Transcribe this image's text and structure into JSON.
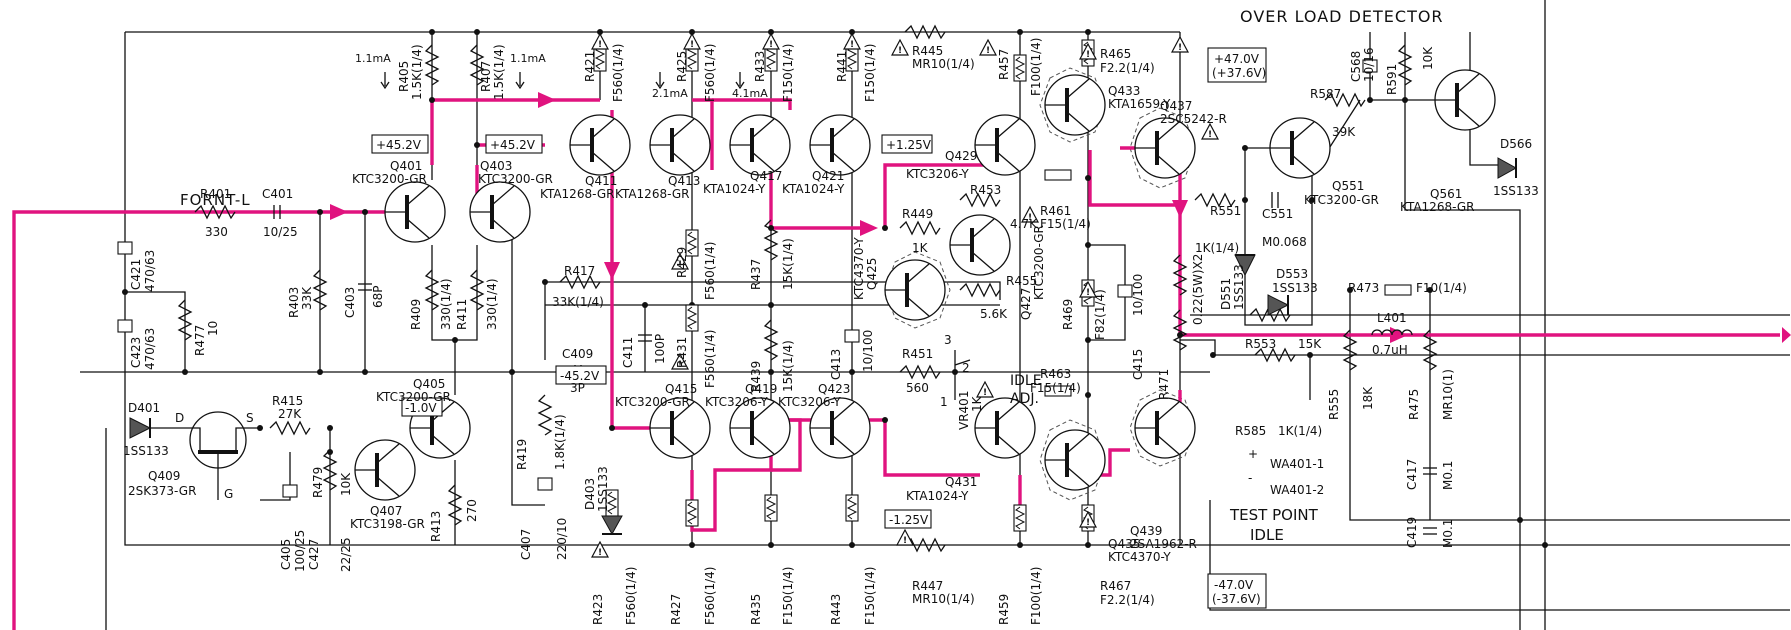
{
  "title": "OVER LOAD DETECTOR",
  "input_label": "FORNT-L",
  "voltages": {
    "plus45_a": "+45.2V",
    "plus45_b": "+45.2V",
    "minus45": "-45.2V",
    "minus1": "-1.0V",
    "plus125": "+1.25V",
    "minus125": "-1.25V",
    "plus47": "+47.0V",
    "plus47b": "(+37.6V)",
    "minus47": "-47.0V",
    "minus47b": "(-37.6V)"
  },
  "currents": {
    "i405": "1.1mA",
    "i407": "1.1mA",
    "i425": "2.1mA",
    "i433": "4.1mA"
  },
  "idle": {
    "adj1": "IDLE",
    "adj2": "ADJ.",
    "tp1": "TEST POINT",
    "tp2": "IDLE"
  },
  "wa": {
    "plus": "+",
    "minus": "-",
    "w1": "WA401-1",
    "w2": "WA401-2"
  },
  "pins": {
    "d": "D",
    "s": "S",
    "g": "G",
    "p1": "1",
    "p2": "2",
    "p3": "3"
  },
  "components": {
    "R401": "R401",
    "R401v": "330",
    "C401": "C401",
    "C401v": "10/25",
    "C421": "C421",
    "C421v": "470/63",
    "C423": "C423",
    "C423v": "470/63",
    "R477": "R477",
    "R477v": "10",
    "R403": "R403",
    "R403v": "33K",
    "C403": "C403",
    "C403v": "68P",
    "R405": "R405",
    "R405v": "1.5K(1/4)",
    "R407": "R407",
    "R407v": "1.5K(1/4)",
    "Q401": "Q401",
    "Q401t": "KTC3200-GR",
    "Q403": "Q403",
    "Q403t": "KTC3200-GR",
    "R409": "R409",
    "R409v": "330(1/4)",
    "R411": "R411",
    "R411v": "330(1/4)",
    "Q405": "Q405",
    "Q405t": "KTC3200-GR",
    "R415": "R415",
    "R415v": "27K",
    "D401": "D401",
    "D401t": "1SS133",
    "Q409": "Q409",
    "Q409t": "2SK373-GR",
    "C405": "C405",
    "C405v": "100/25",
    "C427": "C427",
    "C427v": "22/25",
    "R479": "R479",
    "R479v": "10K",
    "Q407": "Q407",
    "Q407t": "KTC3198-GR",
    "R413": "R413",
    "R413v": "270",
    "Q411": "Q411",
    "Q411t": "KTA1268-GR",
    "Q413": "Q413",
    "Q413t": "KTA1268-GR",
    "R421": "R421",
    "R421v": "F560(1/4)",
    "R425": "R425",
    "R425v": "F560(1/4)",
    "R417": "R417",
    "R417v": "33K(1/4)",
    "R429": "R429",
    "R429v": "F560(1/4)",
    "C409": "C409",
    "C409v": "3P",
    "C411": "C411",
    "C411v": "100P",
    "R431": "R431",
    "R431v": "F560(1/4)",
    "R419": "R419",
    "R419v": "1.8K(1/4)",
    "C407": "C407",
    "C407v": "220/10",
    "D403": "D403",
    "D403t": "1SS133",
    "R423": "R423",
    "R423v": "F560(1/4)",
    "Q415": "Q415",
    "Q415t": "KTC3200-GR",
    "R427": "R427",
    "R427v": "F560(1/4)",
    "R433": "R433",
    "R433v": "F150(1/4)",
    "Q417": "Q417",
    "Q417t": "KTA1024-Y",
    "R437": "R437",
    "R437v": "15K(1/4)",
    "R439": "R439",
    "R439v": "15K(1/4)",
    "Q419": "Q419",
    "Q419t": "KTC3206-Y",
    "R435": "R435",
    "R435v": "F150(1/4)",
    "R441": "R441",
    "R441v": "F150(1/4)",
    "Q421": "Q421",
    "Q421t": "KTA1024-Y",
    "C413": "C413",
    "C413v": "10/100",
    "Q423": "Q423",
    "Q423t": "KTC3206-Y",
    "R443": "R443",
    "R443v": "F150(1/4)",
    "Q425": "Q425",
    "Q425t": "KTC4370-Y",
    "R445": "R445",
    "R445v": "MR10(1/4)",
    "R447": "R447",
    "R447v": "MR10(1/4)",
    "R449": "R449",
    "R449v": "1K",
    "R453": "R453",
    "R453v": "4.7K",
    "R455": "R455",
    "R455v": "5.6K",
    "Q427": "Q427",
    "Q427t": "KTC3200-GR",
    "R451": "R451",
    "R451v": "560",
    "VR401": "VR401",
    "VR401v": "1K",
    "Q429": "Q429",
    "Q429t": "KTC3206-Y",
    "Q431": "Q431",
    "Q431t": "KTA1024-Y",
    "R457": "R457",
    "R457v": "F100(1/4)",
    "R459": "R459",
    "R459v": "F100(1/4)",
    "R461": "R461",
    "R461v": "F15(1/4)",
    "R463": "R463",
    "R463v": "F15(1/4)",
    "R465": "R465",
    "R465v": "F2.2(1/4)",
    "R467": "R467",
    "R467v": "F2.2(1/4)",
    "Q433": "Q433",
    "Q433t": "KTA1659-Y",
    "Q435": "Q435",
    "Q435t": "KTC4370-Y",
    "Q437": "Q437",
    "Q437t": "2SC5242-R",
    "Q439": "Q439",
    "Q439t": "2SA1962-R",
    "R469": "R469",
    "R469v": "F82(1/4)",
    "C415": "C415",
    "C415v": "10/100",
    "R471": "R471",
    "R471v": "0.22(5W)X2",
    "R551": "R551",
    "R551v": "1K(1/4)",
    "C551": "C551",
    "C551v": "M0.068",
    "D551": "D551",
    "D551t": "1SS133",
    "D553": "D553",
    "D553t": "1SS133",
    "R553": "R553",
    "R553v": "15K",
    "R585": "R585",
    "R585v": "1K(1/4)",
    "Q551": "Q551",
    "Q551t": "KTC3200-GR",
    "R587": "R587",
    "R587v": "39K",
    "C568": "C568",
    "C568v": "10/16",
    "R591": "R591",
    "R591v": "10K",
    "Q561": "Q561",
    "Q561t": "KTA1268-GR",
    "D566": "D566",
    "D566t": "1SS133",
    "R473": "R473",
    "R473v": "F10(1/4)",
    "L401": "L401",
    "L401v": "0.7uH",
    "R555": "R555",
    "R555v": "18K",
    "R475": "R475",
    "R475v": "MR10(1)",
    "C417": "C417",
    "C417v": "M0.1",
    "C419": "C419",
    "C419v": "M0.1"
  }
}
